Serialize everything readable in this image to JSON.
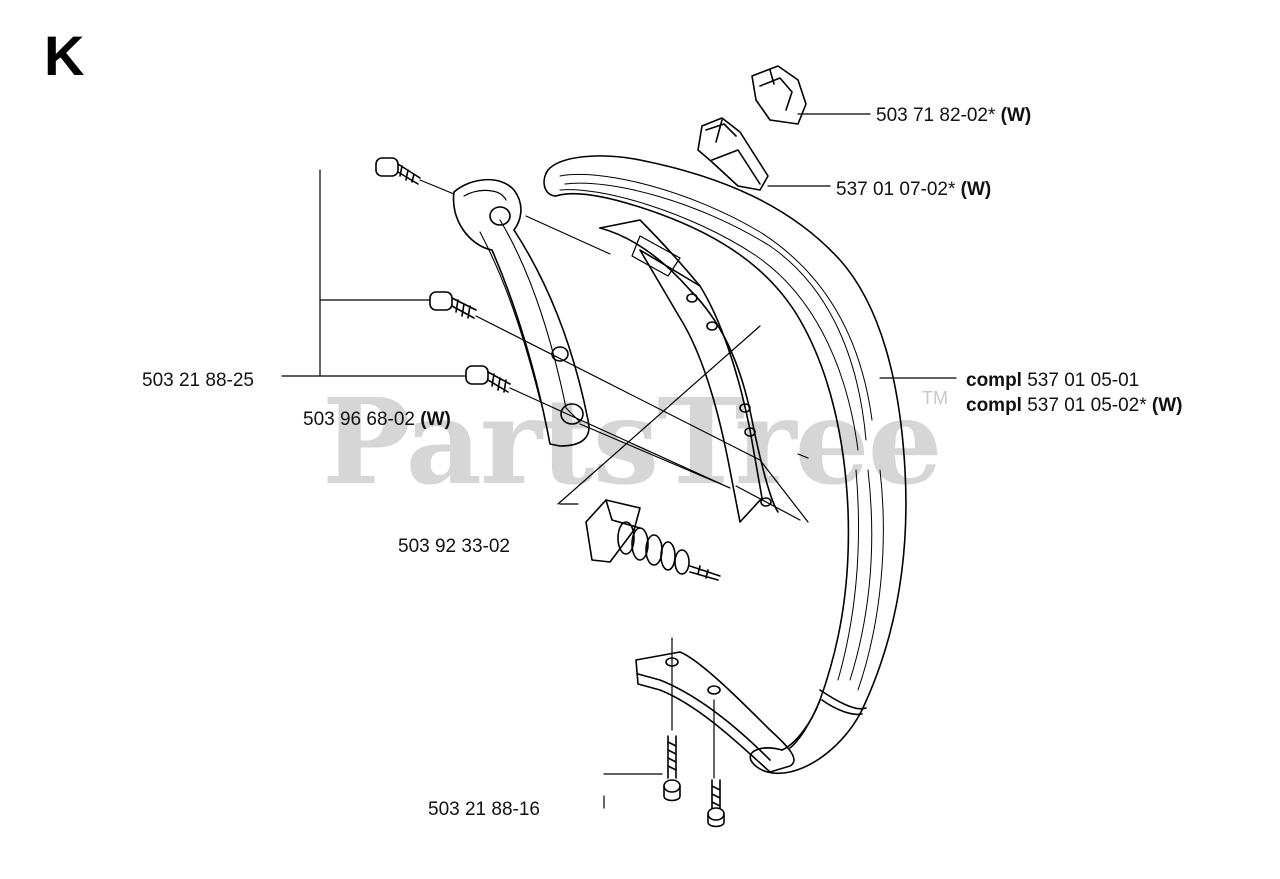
{
  "section_letter": "K",
  "watermark": {
    "text": "PartsTree",
    "tm": "TM"
  },
  "parts": [
    {
      "id": "part-503-71-82-02",
      "number": "503 71 82-02*",
      "suffix": "(W)"
    },
    {
      "id": "part-537-01-07-02",
      "number": "537 01 07-02*",
      "suffix": "(W)"
    },
    {
      "id": "part-503-21-88-25",
      "number": "503 21 88-25",
      "suffix": ""
    },
    {
      "id": "part-503-96-68-02",
      "number": "503 96 68-02",
      "suffix": "(W)"
    },
    {
      "id": "part-compl-537-01-05-01",
      "prefix": "compl",
      "number": "537 01 05-01",
      "suffix": ""
    },
    {
      "id": "part-compl-537-01-05-02",
      "prefix": "compl",
      "number": "537 01 05-02*",
      "suffix": "(W)"
    },
    {
      "id": "part-503-92-33-02",
      "number": "503 92 33-02",
      "suffix": ""
    },
    {
      "id": "part-503-21-88-16",
      "number": "503 21 88-16",
      "suffix": ""
    }
  ]
}
